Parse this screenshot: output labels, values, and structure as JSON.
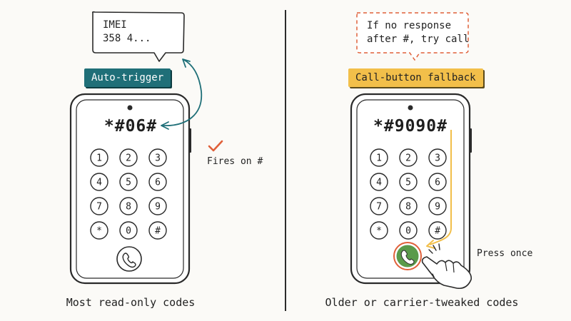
{
  "left": {
    "bubble": "IMEI\n358 4...",
    "tag": "Auto-trigger",
    "code": "*#06#",
    "note": "Fires on #",
    "caption": "Most read-only codes"
  },
  "right": {
    "bubble": "If no response\nafter #, try call",
    "tag": "Call-button fallback",
    "code": "*#9090#",
    "note": "Press once",
    "caption": "Older or carrier-tweaked codes"
  },
  "keypad": [
    "1",
    "2",
    "3",
    "4",
    "5",
    "6",
    "7",
    "8",
    "9",
    "*",
    "0",
    "#"
  ],
  "colors": {
    "teal": "#1f6f78",
    "amber": "#f2bf4a",
    "green": "#5a9a4a",
    "coral": "#e0603a",
    "ink": "#222222"
  }
}
